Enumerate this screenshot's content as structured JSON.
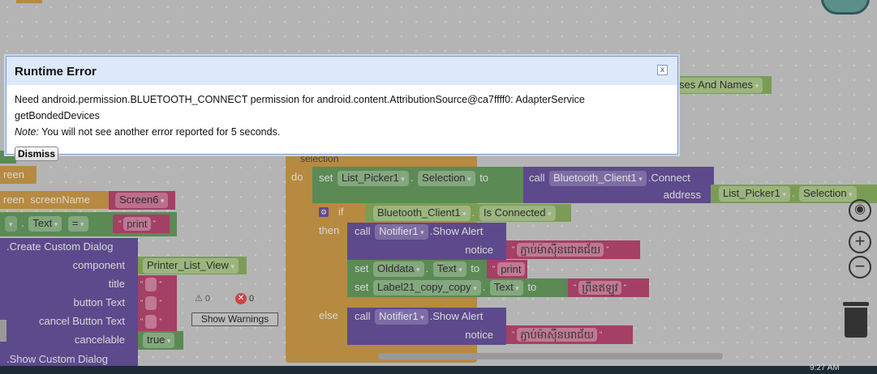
{
  "dialog": {
    "title": "Runtime Error",
    "close": "x",
    "message": "Need android.permission.BLUETOOTH_CONNECT permission for android.content.AttributionSource@ca7ffff0: AdapterService getBondedDevices",
    "note_label": "Note:",
    "note": "You will not see another error reported for 5 seconds.",
    "dismiss": "Dismiss"
  },
  "blocks": {
    "addresses": "ses And Names",
    "screen1": "reen",
    "screen2": "reen",
    "screenName": "screenName",
    "screen6": "Screen6",
    "text": "Text",
    "eq": "=",
    "print": "print",
    "create_dialog": ".Create Custom Dialog",
    "component": "component",
    "printer_list": "Printer_List_View",
    "title": "title",
    "button_text": "button Text",
    "cancel_text": "cancel Button Text",
    "cancelable": "cancelable",
    "true": "true",
    "show_dialog": ".Show Custom Dialog",
    "selection_param": "selection",
    "do": "do",
    "set": "set",
    "to": "to",
    "call": "call",
    "list_picker": "List_Picker1",
    "selection": "Selection",
    "bt_client": "Bluetooth_Client1",
    "connect": ".Connect",
    "address": "address",
    "if": "if",
    "then": "then",
    "else": "else",
    "is_connected": "Is Connected",
    "notifier": "Notifier1",
    "show_alert": ".Show Alert",
    "notice": "notice",
    "success": "ភ្ជាប់ម៉ាស៊ីនជោគជ័យ",
    "olddata": "Olddata",
    "label21": "Label21_copy_copy",
    "print_now": "ព្រីនឥឡូវ",
    "fail": "ភ្ជាប់ម៉ាស៊ីនបរាជ័យ"
  },
  "warnings": {
    "warn_count": "0",
    "error_count": "0",
    "toggle": "Show Warnings"
  },
  "taskbar": {
    "time": "9:27 AM"
  }
}
